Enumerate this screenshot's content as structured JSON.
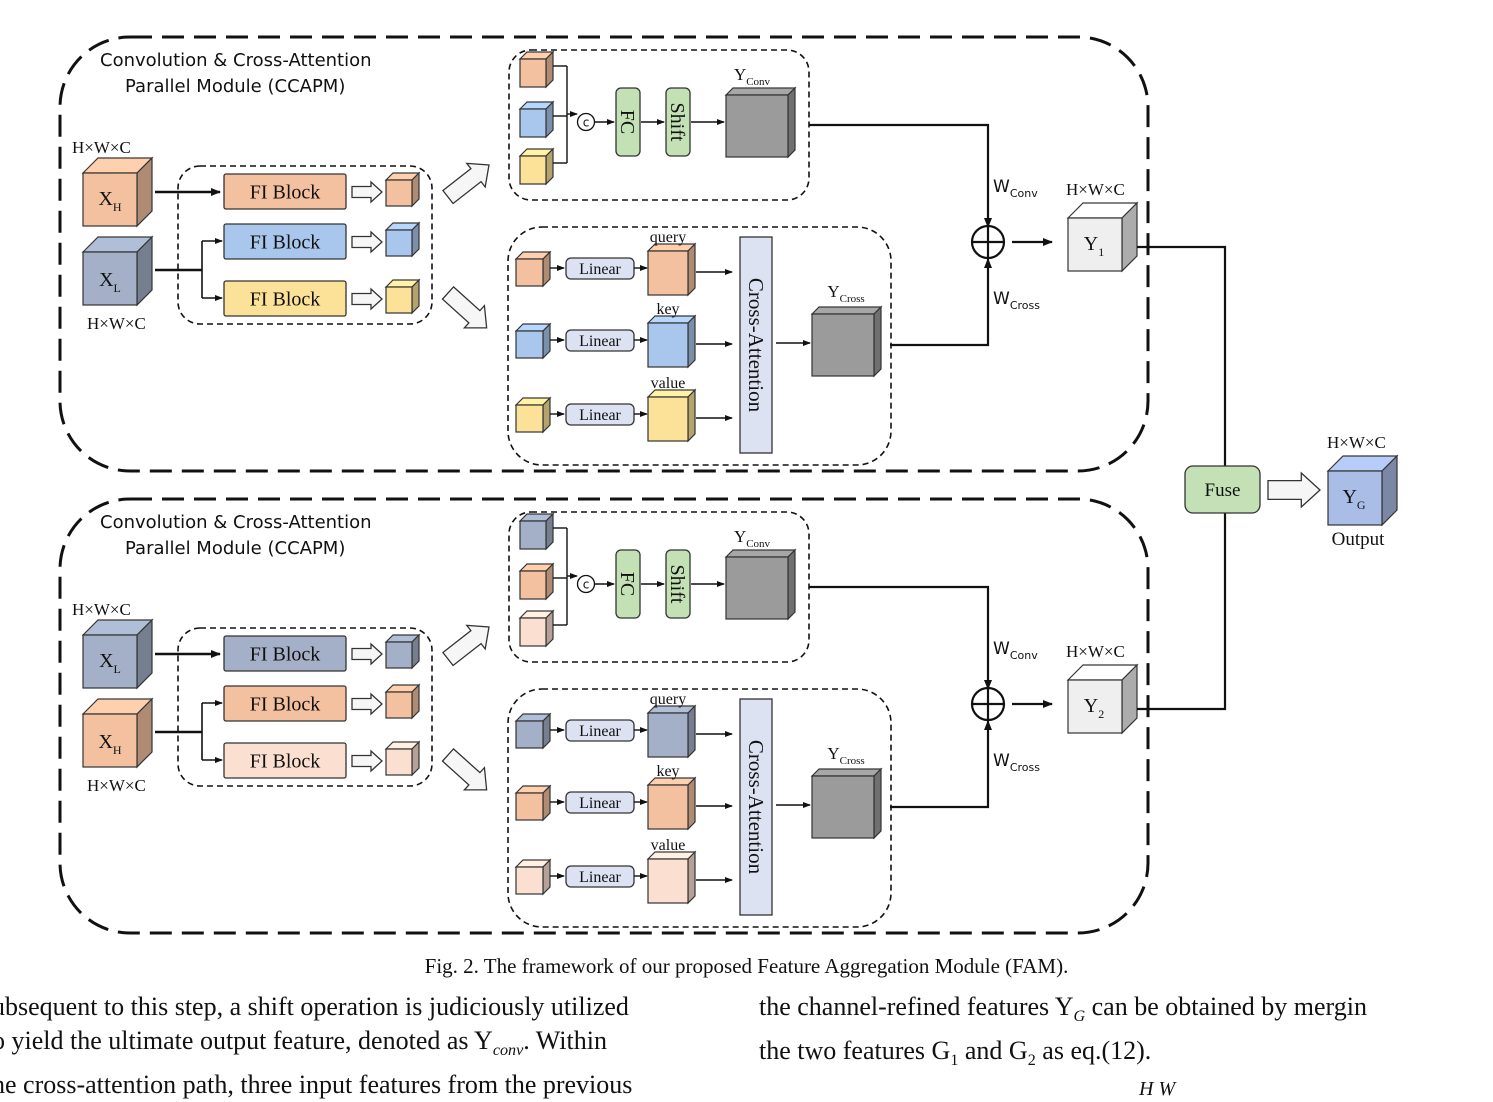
{
  "figure": {
    "module_title_line1": "Convolution & Cross-Attention",
    "module_title_line2": "Parallel Module (CCAPM)",
    "dims": "H×W×C",
    "fi_block": "FI Block",
    "fc": "FC",
    "shift": "Shift",
    "linear": "Linear",
    "cross_attention": "Cross-Attention",
    "query": "query",
    "key": "key",
    "value": "value",
    "concat_symbol": "c",
    "fuse": "Fuse",
    "output": "Output",
    "y_conv": {
      "base": "Y",
      "sub": "Conv"
    },
    "y_cross": {
      "base": "Y",
      "sub": "Cross"
    },
    "w_conv": {
      "base": "W",
      "sub": "Conv"
    },
    "w_cross": {
      "base": "W",
      "sub": "Cross"
    },
    "x_h": {
      "base": "X",
      "sub": "H"
    },
    "x_l": {
      "base": "X",
      "sub": "L"
    },
    "y1": {
      "base": "Y",
      "sub": "1"
    },
    "y2": {
      "base": "Y",
      "sub": "2"
    },
    "yg": {
      "base": "Y",
      "sub": "G"
    }
  },
  "colors": {
    "salmon": "#f4c1a0",
    "blue": "#a9c7ec",
    "yellow": "#fce299",
    "slate": "#a4b0c7",
    "peach": "#fbe0d2",
    "green": "#c3e1b4",
    "lavender": "#dde2f3",
    "gray": "#9b9b9b",
    "light_gray": "#efefef",
    "output_blue": "#a9bde6"
  },
  "caption": "Fig. 2.  The framework of our proposed Feature Aggregation Module (FAM).",
  "body": {
    "left_1": "ubsequent to this step, a shift operation is judiciously utilized",
    "left_2a": "o yield the ultimate output feature, denoted as Y",
    "left_2sub": "conv",
    "left_2b": ". Within",
    "left_3": "he cross-attention path, three input features from the previous",
    "right_1a": "the channel-refined features Y",
    "right_1sub": "G",
    "right_1b": " can be obtained by mergin",
    "right_2a": "the two features G",
    "right_2sub1": "1",
    "right_2b": " and G",
    "right_2sub2": "2",
    "right_2c": " as eq.(12).",
    "right_3": "H   W"
  }
}
